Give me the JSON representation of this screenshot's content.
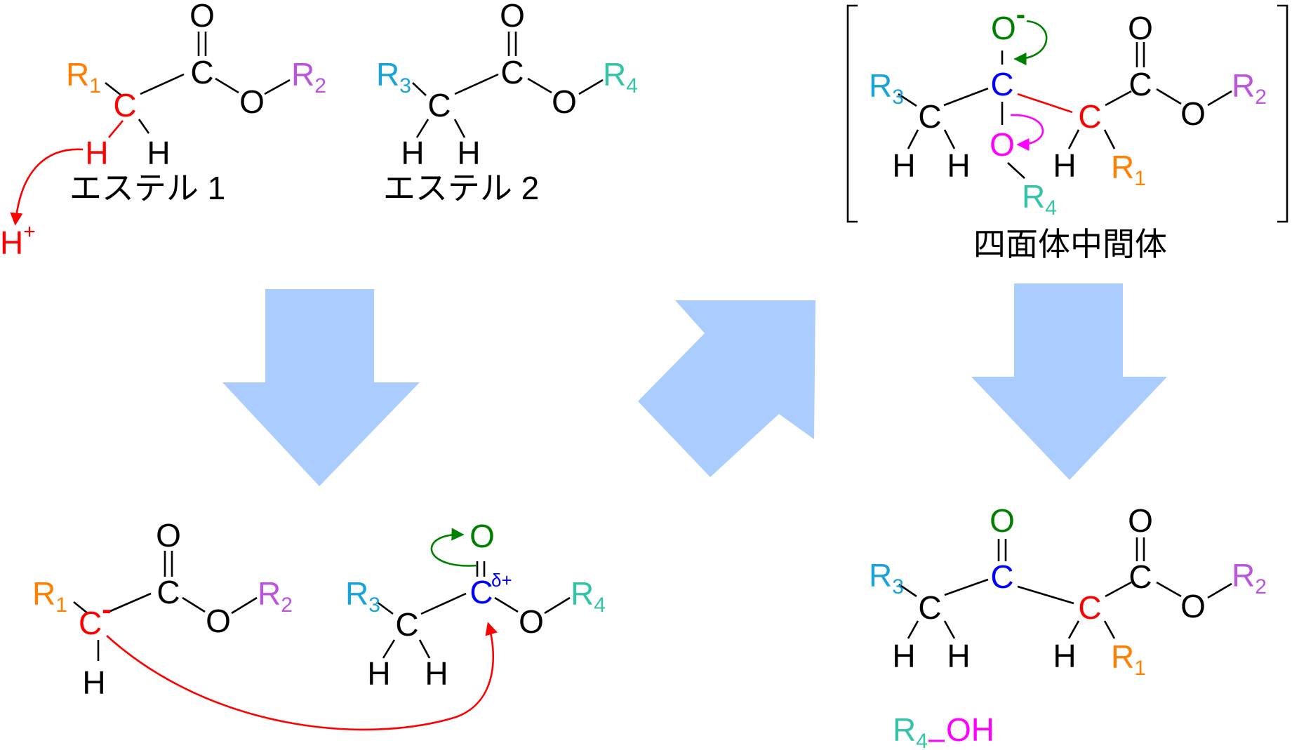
{
  "labels": {
    "ester1": "エステル 1",
    "ester2": "エステル 2",
    "intermediate": "四面体中間体"
  },
  "atoms": {
    "C": "C",
    "O": "O",
    "H": "H",
    "R": "R",
    "OH": "OH"
  },
  "subscripts": {
    "one": "1",
    "two": "2",
    "three": "3",
    "four": "4"
  },
  "charges": {
    "proton_plus": "+",
    "minus": "-",
    "delta_plus": "δ+"
  },
  "colors": {
    "R1": "#ff7f00",
    "R2": "#bb55dd",
    "R3": "#1aa3d9",
    "R4": "#33c4a8",
    "carbanion": "#ff0000",
    "carbonyl_carbon": "#0000ff",
    "oxygen_anion": "#008000",
    "alkoxy_oxygen": "#ff00ff",
    "arrow": "#aaccff",
    "bond": "#000000"
  }
}
